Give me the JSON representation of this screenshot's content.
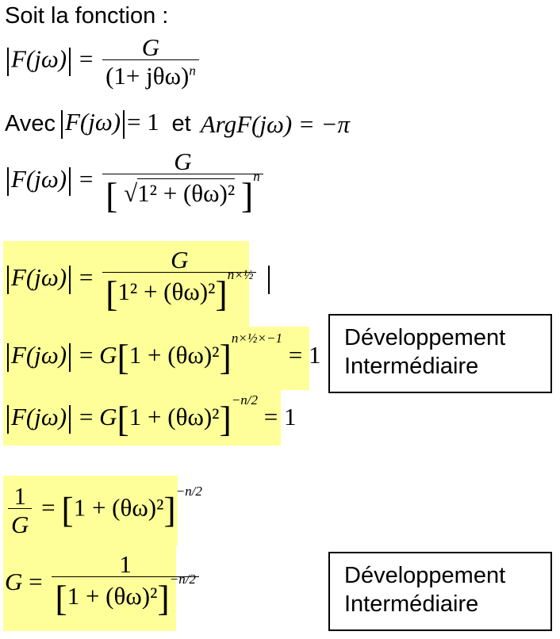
{
  "intro": {
    "soit": "Soit la fonction :",
    "avec": "Avec",
    "et": "et"
  },
  "eq1": {
    "lhs": "F(jω)",
    "num": "G",
    "den": "(1+ jθω)",
    "exp": "n"
  },
  "cond": {
    "mag": "F(jω)",
    "mag_val": "= 1",
    "arg": "ArgF(jω) = −π"
  },
  "eq2": {
    "lhs": "F(jω)",
    "num": "G",
    "inner": "1² + (θω)²",
    "exp": "n"
  },
  "eq3": {
    "lhs": "F(jω)",
    "num": "G",
    "inner": "1² + (θω)²",
    "exp": "n×½"
  },
  "eq4": {
    "lhs": "F(jω)",
    "rhs": "G",
    "inner": "1 + (θω)²",
    "exp": "n×½×−1",
    "val": "= 1"
  },
  "eq5": {
    "lhs": "F(jω)",
    "rhs": "G",
    "inner": "1 + (θω)²",
    "exp": "−n/2",
    "val": "= 1"
  },
  "eq6": {
    "num": "1",
    "den": "G",
    "inner": "1 + (θω)²",
    "exp": "−n/2"
  },
  "eq7": {
    "lhs": "G",
    "num": "1",
    "inner": "1 + (θω)²",
    "exp": "−n/2"
  },
  "boxes": [
    {
      "line1": "Développement",
      "line2": "Intermédiaire"
    },
    {
      "line1": "Développement",
      "line2": "Intermédiaire"
    }
  ]
}
